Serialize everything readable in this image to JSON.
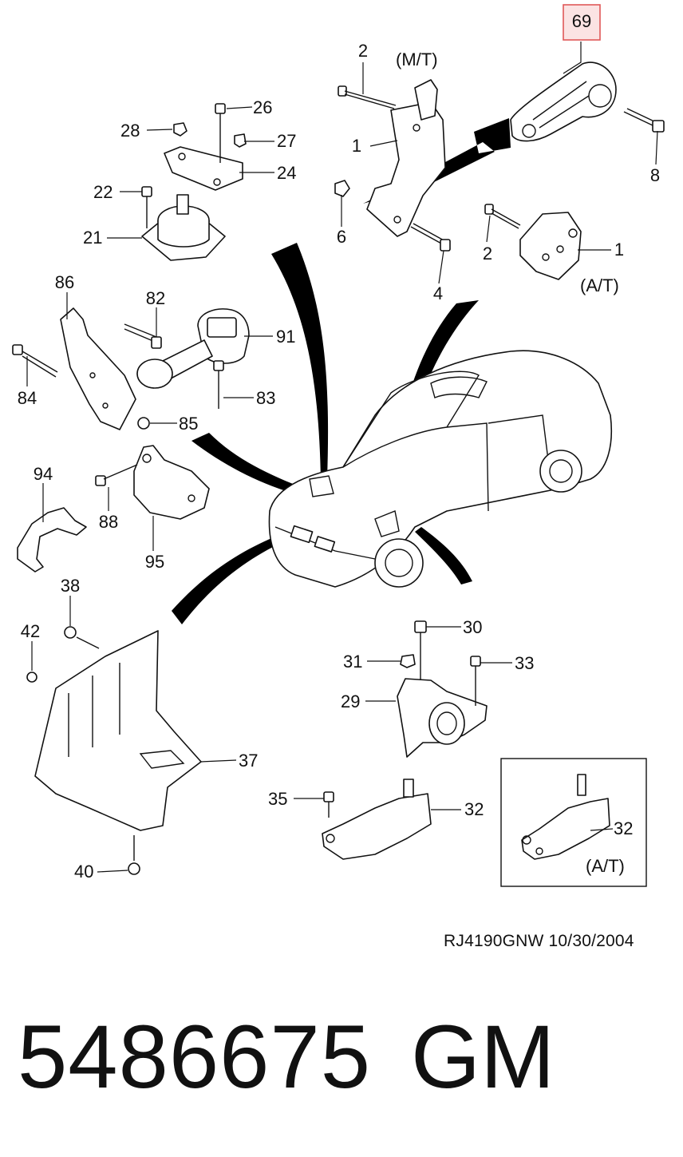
{
  "highlight": {
    "label": "69",
    "border_color": "#e05858",
    "fill_color": "#fbe3e3"
  },
  "variants": {
    "mt": "(M/T)",
    "at_top": "(A/T)",
    "at_box": "(A/T)"
  },
  "callouts": {
    "c2a": "2",
    "c1a": "1",
    "c6": "6",
    "c4": "4",
    "c8": "8",
    "c2b": "2",
    "c1b": "1",
    "c26": "26",
    "c28": "28",
    "c27": "27",
    "c24": "24",
    "c22": "22",
    "c21": "21",
    "c86": "86",
    "c82": "82",
    "c91": "91",
    "c84": "84",
    "c83": "83",
    "c85": "85",
    "c94": "94",
    "c88": "88",
    "c95": "95",
    "c38": "38",
    "c42": "42",
    "c37": "37",
    "c40": "40",
    "c30": "30",
    "c31": "31",
    "c33": "33",
    "c29": "29",
    "c35": "35",
    "c32a": "32",
    "c32b": "32"
  },
  "footer": {
    "code": "RJ4190GNW  10/30/2004",
    "part_number": "5486675",
    "brand": "GM"
  }
}
